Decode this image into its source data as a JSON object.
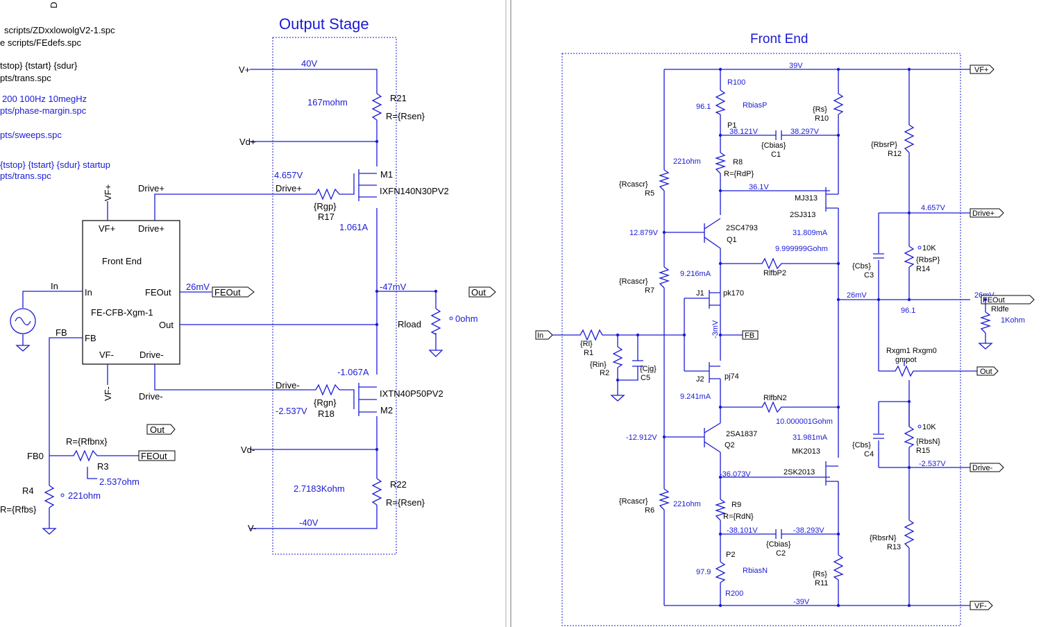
{
  "left_directives": [
    "scripts/ZDxxlowolgV2-1.spc",
    "e scripts/FEdefs.spc",
    "tstop} {tstart} {sdur}",
    "pts/trans.spc",
    "200 100Hz 10megHz",
    "pts/phase-margin.spc",
    "pts/sweeps.spc",
    "{tstop} {tstart} {sdur} startup",
    "pts/trans.spc"
  ],
  "headers": {
    "output_stage": "Output Stage",
    "front_end": "Front End"
  },
  "frontend_block": {
    "pin_vfp": "VF+",
    "pin_drivep": "Drive+",
    "title": "Front End",
    "pin_in": "In",
    "pin_feout": "FEOut",
    "model": "FE-CFB-Xgm-1",
    "pin_out": "Out",
    "pin_fb": "FB",
    "pin_vfn": "VF-",
    "pin_driven": "Drive-"
  },
  "left_labels": {
    "vfp_rail": "VF+",
    "drivep_net": "Drive+",
    "in_net": "In",
    "fb_net": "FB",
    "vfn_rail": "VF-",
    "driven_net": "Drive-",
    "feout_mv": "26mV",
    "feout_flag": "FEOut",
    "out_flag": "Out",
    "fb0": "FB0",
    "r3_val": "R={Rfbnx}",
    "r3": "R3",
    "r3_res": "2.537ohm",
    "r3_flag": "FEOut",
    "r4": "R4",
    "r4_val": "R={Rfbs}",
    "r4_res": "221ohm"
  },
  "output_stage": {
    "vp": "V+",
    "v40": "40V",
    "r21_res": "167mohm",
    "r21": "R21",
    "r21_val": "R={Rsen}",
    "vdp": "Vd+",
    "v4657": "4.657V",
    "drivep": "Drive+",
    "m1": "M1",
    "m1_model": "IXFN140N30PV2",
    "rgp": "{Rgp}",
    "r17": "R17",
    "i1061": "1.061A",
    "v47": "-47mV",
    "out": "Out",
    "rload": "Rload",
    "rload_res": "0ohm",
    "i1067": "-1.067A",
    "driven": "Drive-",
    "m2_model": "IXTN40P50PV2",
    "rgn": "{Rgn}",
    "r18": "R18",
    "v2537": "-2.537V",
    "m2": "M2",
    "vdn": "Vd-",
    "r22_res": "2.7183Kohm",
    "r22": "R22",
    "r22_val": "R={Rsen}",
    "vn": "V-",
    "vm40": "-40V"
  },
  "front_end": {
    "v39": "39V",
    "vfp": "VF+",
    "r100": "R100",
    "p1_val": "96.1",
    "rbiasp": "RbiasP",
    "p1": "P1",
    "rs10": "{Rs}",
    "r10": "R10",
    "v38121": "38.121V",
    "v38297": "38.297V",
    "cbias1": "{Cbias}",
    "c1": "C1",
    "rbsrp": "{RbsrP}",
    "r12": "R12",
    "r8_res": "221ohm",
    "r8": "R8",
    "r8_val": "R={RdP}",
    "rcascr5": "{Rcascr}",
    "r5": "R5",
    "v361": "36.1V",
    "mj313": "MJ313",
    "sj313": "2SJ313",
    "v4657": "4.657V",
    "drivep": "Drive+",
    "v12879": "12.879V",
    "q1_model": "2SC4793",
    "q1": "Q1",
    "i31809": "31.809mA",
    "r_999": "9.999999Gohm",
    "r14_res": "10K",
    "rbsp": "{RbsP}",
    "r14": "R14",
    "cbs3": "{Cbs}",
    "c3": "C3",
    "i9216": "9.216mA",
    "rlfbp2": "RlfbP2",
    "rcascr7": "{Rcascr}",
    "r7": "R7",
    "j1": "J1",
    "pk170": "pk170",
    "v26": "26mV",
    "v26b": "26mV",
    "feout": "FEOut",
    "p961": "96.1",
    "rldfe": "Rldfe",
    "rldfe_res": "1Kohm",
    "fb_mv": "-3mV",
    "fb": "FB",
    "in": "In",
    "r1v": "{Rl}",
    "r1": "R1",
    "rin": "{Rin}",
    "r2": "R2",
    "cjg": "{Cjg}",
    "c5": "C5",
    "rxgm": "Rxgm1 Rxgm0",
    "gmpot": "gmpot",
    "out": "Out",
    "j2": "J2",
    "pj74": "pj74",
    "i9241": "9.241mA",
    "rlfbn2": "RlfbN2",
    "r_10": "10.000001Gohm",
    "r15_res": "10K",
    "v12912": "-12.912V",
    "q2_model": "2SA1837",
    "q2": "Q2",
    "i31981": "31.981mA",
    "rbsn": "{RbsN}",
    "r15": "R15",
    "cbs4": "{Cbs}",
    "c4": "C4",
    "mk2013": "MK2013",
    "v2537": "-2.537V",
    "driven": "Drive-",
    "v36073": "-36.073V",
    "sk2013": "2SK2013",
    "rcascr6": "{Rcascr}",
    "r6": "R6",
    "r9_res": "221ohm",
    "r9": "R9",
    "r9_val": "R={RdN}",
    "v38101": "-38.101V",
    "v38293": "-38.293V",
    "cbias2": "{Cbias}",
    "c2": "C2",
    "rbsrn": "{RbsrN}",
    "r13": "R13",
    "p2": "P2",
    "p2_val": "97.9",
    "rbiasn": "RbiasN",
    "rs11": "{Rs}",
    "r11": "R11",
    "r200": "R200",
    "vm39": "-39V",
    "vfn": "VF-"
  },
  "colors": {
    "wire": "#1a1ad6",
    "text": "#000000",
    "annot": "#1a1ad6",
    "divider": "#b8b8b8"
  }
}
